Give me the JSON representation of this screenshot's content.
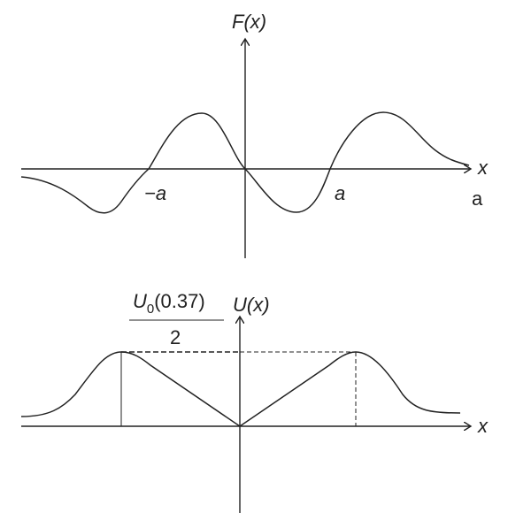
{
  "top_plot": {
    "y_axis_label": "F(x)",
    "x_axis_label": "x",
    "tick_neg_a": "−a",
    "tick_pos_a": "a",
    "panel_tag": "a"
  },
  "bottom_plot": {
    "y_axis_label": "U(x)",
    "x_axis_label": "x",
    "level_numerator": "U0(0.37)",
    "level_numerator_main": "U",
    "level_numerator_sub": "0",
    "level_numerator_rest": "(0.37)",
    "level_denominator": "2"
  }
}
